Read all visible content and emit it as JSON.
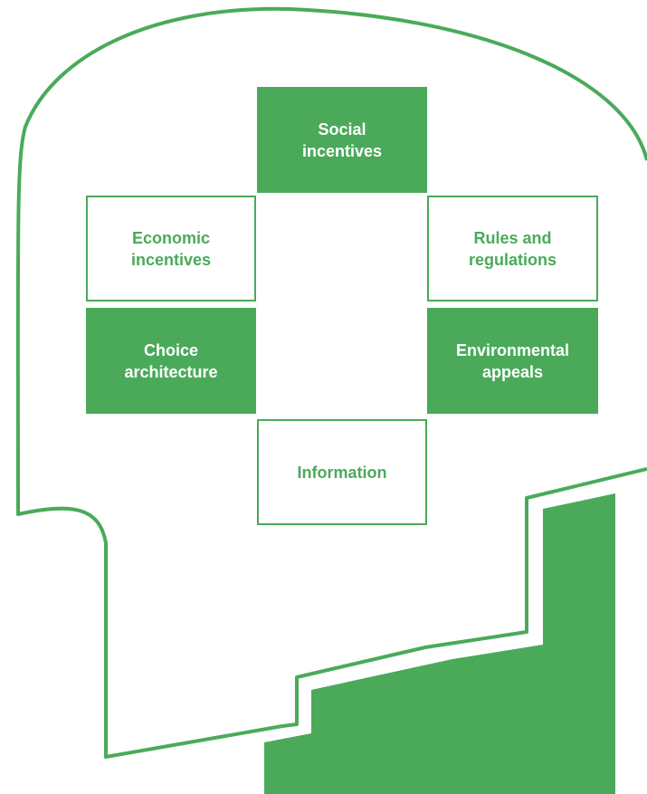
{
  "diagram": {
    "boxes": [
      {
        "id": "social",
        "label": "Social\nincentives",
        "style": "filled"
      },
      {
        "id": "economic",
        "label": "Economic\nincentives",
        "style": "outline"
      },
      {
        "id": "rules",
        "label": "Rules and\nregulations",
        "style": "outline"
      },
      {
        "id": "choice",
        "label": "Choice\narchitecture",
        "style": "filled"
      },
      {
        "id": "environmental",
        "label": "Environmental\nappeals",
        "style": "filled"
      },
      {
        "id": "information",
        "label": "Information",
        "style": "outline"
      }
    ]
  },
  "colors": {
    "accent": "#4aaa5a",
    "background": "#ffffff"
  }
}
